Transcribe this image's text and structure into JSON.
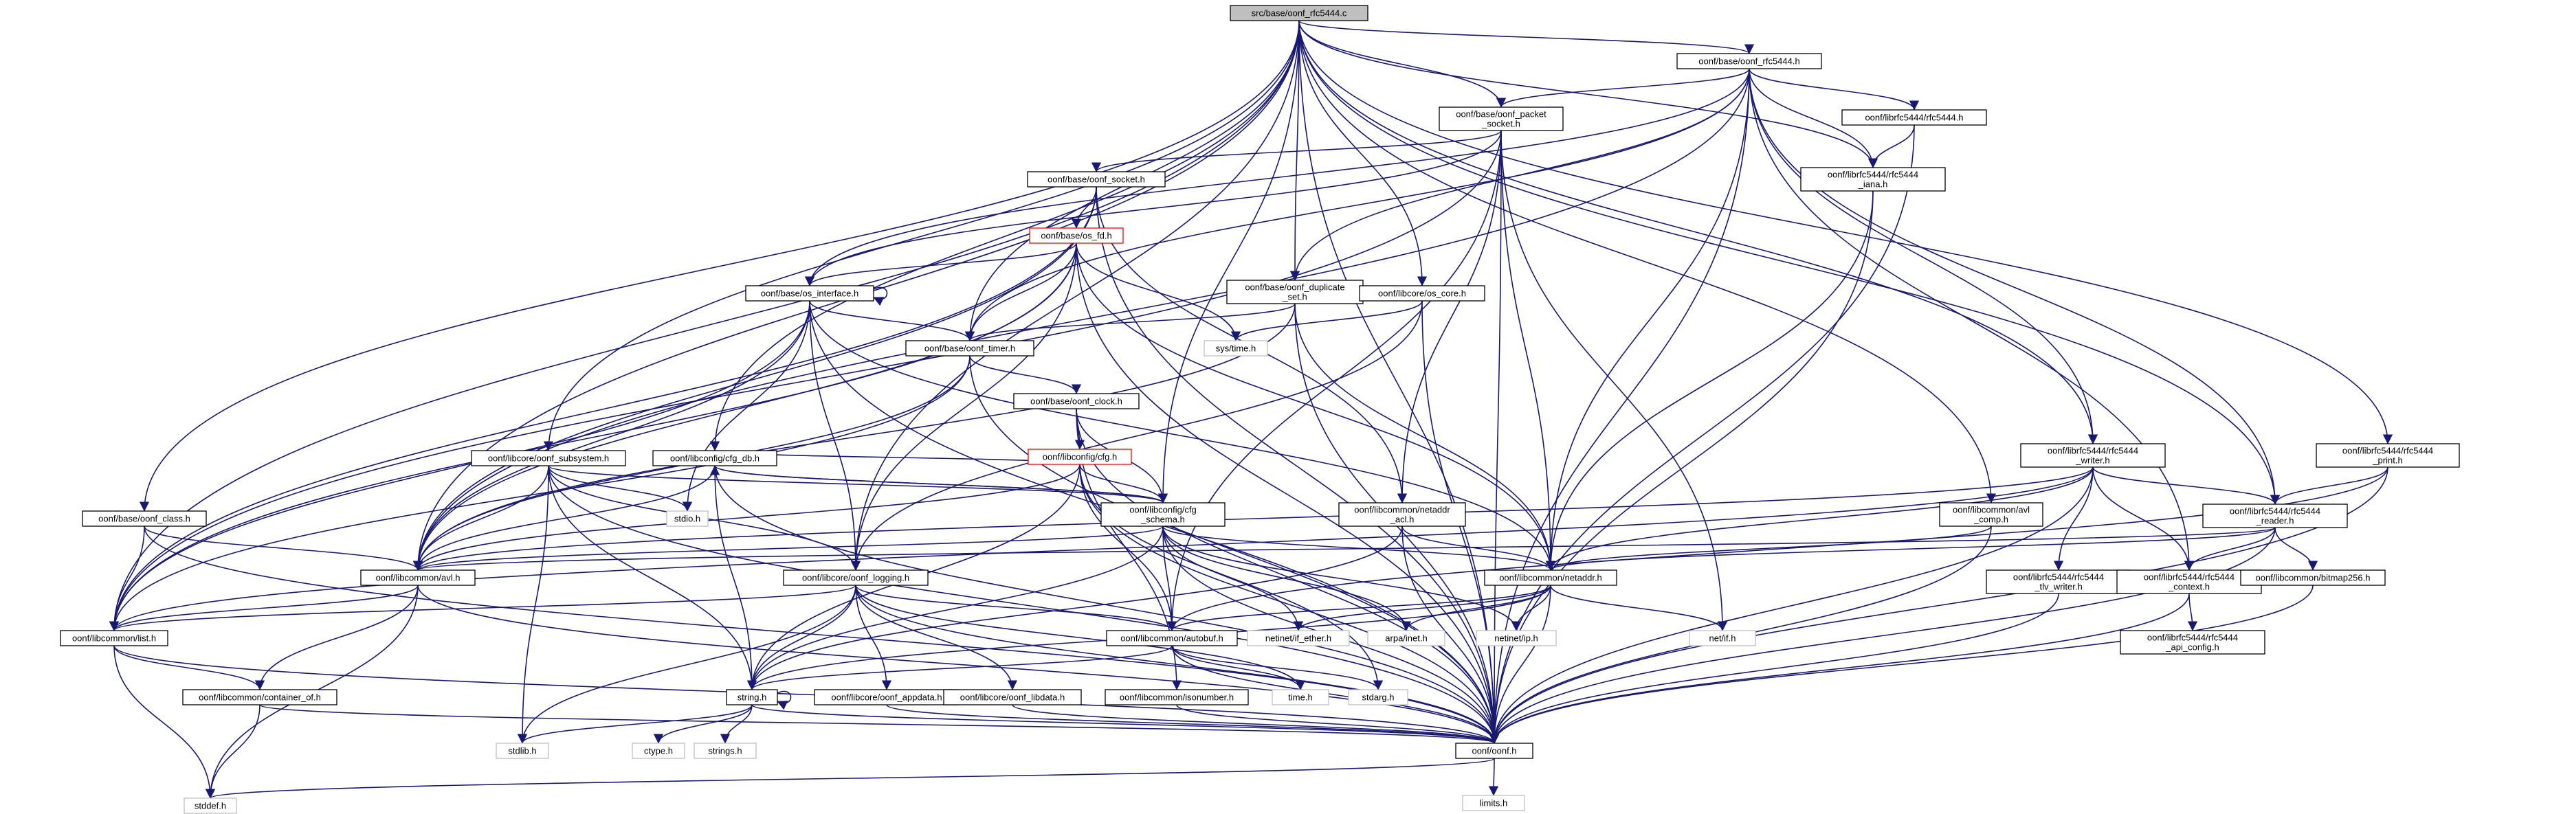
{
  "colors": {
    "edge": "#191970",
    "root_fill": "#bfbfbf",
    "node_fill": "#ffffff",
    "node_border": "#000000",
    "missing_border": "#ff0000",
    "system_border": "#bfbfbf"
  },
  "nodes": [
    {
      "id": "root",
      "kind": "root",
      "lines": [
        "src/base/oonf_rfc5444.c"
      ]
    },
    {
      "id": "rfc5444h",
      "kind": "normal",
      "lines": [
        "oonf/base/oonf_rfc5444.h"
      ]
    },
    {
      "id": "packet_socket",
      "kind": "normal",
      "lines": [
        "oonf/base/oonf_packet",
        "_socket.h"
      ]
    },
    {
      "id": "lib_rfc5444",
      "kind": "normal",
      "lines": [
        "oonf/librfc5444/rfc5444.h"
      ]
    },
    {
      "id": "rfc5444_iana",
      "kind": "normal",
      "lines": [
        "oonf/librfc5444/rfc5444",
        "_iana.h"
      ]
    },
    {
      "id": "oonf_socket",
      "kind": "normal",
      "lines": [
        "oonf/base/oonf_socket.h"
      ]
    },
    {
      "id": "os_fd",
      "kind": "red",
      "lines": [
        "oonf/base/os_fd.h"
      ]
    },
    {
      "id": "os_interface",
      "kind": "normal",
      "lines": [
        "oonf/base/os_interface.h"
      ]
    },
    {
      "id": "duplicate_set",
      "kind": "normal",
      "lines": [
        "oonf/base/oonf_duplicate",
        "_set.h"
      ]
    },
    {
      "id": "os_core",
      "kind": "normal",
      "lines": [
        "oonf/libcore/os_core.h"
      ]
    },
    {
      "id": "sys_time",
      "kind": "system",
      "lines": [
        "sys/time.h"
      ]
    },
    {
      "id": "oonf_timer",
      "kind": "normal",
      "lines": [
        "oonf/base/oonf_timer.h"
      ]
    },
    {
      "id": "oonf_clock",
      "kind": "normal",
      "lines": [
        "oonf/base/oonf_clock.h"
      ]
    },
    {
      "id": "cfg_h",
      "kind": "red",
      "lines": [
        "oonf/libconfig/cfg.h"
      ]
    },
    {
      "id": "cfg_db",
      "kind": "normal",
      "lines": [
        "oonf/libconfig/cfg_db.h"
      ]
    },
    {
      "id": "oonf_subsystem",
      "kind": "normal",
      "lines": [
        "oonf/libcore/oonf_subsystem.h"
      ]
    },
    {
      "id": "stdio",
      "kind": "system",
      "lines": [
        "stdio.h"
      ]
    },
    {
      "id": "cfg_schema",
      "kind": "normal",
      "lines": [
        "oonf/libconfig/cfg",
        "_schema.h"
      ]
    },
    {
      "id": "netaddr_acl",
      "kind": "normal",
      "lines": [
        "oonf/libcommon/netaddr",
        "_acl.h"
      ]
    },
    {
      "id": "rfc5444_writer",
      "kind": "normal",
      "lines": [
        "oonf/librfc5444/rfc5444",
        "_writer.h"
      ]
    },
    {
      "id": "rfc5444_print",
      "kind": "normal",
      "lines": [
        "oonf/librfc5444/rfc5444",
        "_print.h"
      ]
    },
    {
      "id": "avl_comp",
      "kind": "normal",
      "lines": [
        "oonf/libcommon/avl",
        "_comp.h"
      ]
    },
    {
      "id": "rfc5444_reader",
      "kind": "normal",
      "lines": [
        "oonf/librfc5444/rfc5444",
        "_reader.h"
      ]
    },
    {
      "id": "oonf_class",
      "kind": "normal",
      "lines": [
        "oonf/base/oonf_class.h"
      ]
    },
    {
      "id": "avl_h",
      "kind": "normal",
      "lines": [
        "oonf/libcommon/avl.h"
      ]
    },
    {
      "id": "oonf_logging",
      "kind": "normal",
      "lines": [
        "oonf/libcore/oonf_logging.h"
      ]
    },
    {
      "id": "netaddr_h",
      "kind": "normal",
      "lines": [
        "oonf/libcommon/netaddr.h"
      ]
    },
    {
      "id": "tlv_writer",
      "kind": "normal",
      "lines": [
        "oonf/librfc5444/rfc5444",
        "_tlv_writer.h"
      ]
    },
    {
      "id": "rfc5444_context",
      "kind": "normal",
      "lines": [
        "oonf/librfc5444/rfc5444",
        "_context.h"
      ]
    },
    {
      "id": "bitmap256",
      "kind": "normal",
      "lines": [
        "oonf/libcommon/bitmap256.h"
      ]
    },
    {
      "id": "list_h",
      "kind": "normal",
      "lines": [
        "oonf/libcommon/list.h"
      ]
    },
    {
      "id": "autobuf",
      "kind": "normal",
      "lines": [
        "oonf/libcommon/autobuf.h"
      ]
    },
    {
      "id": "if_ether",
      "kind": "system",
      "lines": [
        "netinet/if_ether.h"
      ]
    },
    {
      "id": "arpa_inet",
      "kind": "system",
      "lines": [
        "arpa/inet.h"
      ]
    },
    {
      "id": "netinet_ip",
      "kind": "system",
      "lines": [
        "netinet/ip.h"
      ]
    },
    {
      "id": "net_if",
      "kind": "system",
      "lines": [
        "net/if.h"
      ]
    },
    {
      "id": "api_config",
      "kind": "normal",
      "lines": [
        "oonf/librfc5444/rfc5444",
        "_api_config.h"
      ]
    },
    {
      "id": "container_of",
      "kind": "normal",
      "lines": [
        "oonf/libcommon/container_of.h"
      ]
    },
    {
      "id": "string_h",
      "kind": "normal",
      "lines": [
        "string.h"
      ]
    },
    {
      "id": "oonf_appdata",
      "kind": "normal",
      "lines": [
        "oonf/libcore/oonf_appdata.h"
      ]
    },
    {
      "id": "oonf_libdata",
      "kind": "normal",
      "lines": [
        "oonf/libcore/oonf_libdata.h"
      ]
    },
    {
      "id": "isonumber",
      "kind": "normal",
      "lines": [
        "oonf/libcommon/isonumber.h"
      ]
    },
    {
      "id": "time_h",
      "kind": "system",
      "lines": [
        "time.h"
      ]
    },
    {
      "id": "stdarg",
      "kind": "system",
      "lines": [
        "stdarg.h"
      ]
    },
    {
      "id": "stdlib",
      "kind": "system",
      "lines": [
        "stdlib.h"
      ]
    },
    {
      "id": "ctype",
      "kind": "system",
      "lines": [
        "ctype.h"
      ]
    },
    {
      "id": "strings",
      "kind": "system",
      "lines": [
        "strings.h"
      ]
    },
    {
      "id": "oonf_h",
      "kind": "normal",
      "lines": [
        "oonf/oonf.h"
      ]
    },
    {
      "id": "stddef",
      "kind": "system",
      "lines": [
        "stddef.h"
      ]
    },
    {
      "id": "limits",
      "kind": "system",
      "lines": [
        "limits.h"
      ]
    }
  ],
  "edges": [
    [
      "root",
      "rfc5444h"
    ],
    [
      "root",
      "packet_socket"
    ],
    [
      "root",
      "duplicate_set"
    ],
    [
      "root",
      "os_core"
    ],
    [
      "root",
      "oonf_timer"
    ],
    [
      "root",
      "oonf_class"
    ],
    [
      "root",
      "avl_h"
    ],
    [
      "root",
      "list_h"
    ],
    [
      "root",
      "oonf_subsystem"
    ],
    [
      "root",
      "cfg_db"
    ],
    [
      "root",
      "cfg_schema"
    ],
    [
      "root",
      "oonf_logging"
    ],
    [
      "root",
      "rfc5444_writer"
    ],
    [
      "root",
      "rfc5444_print"
    ],
    [
      "root",
      "rfc5444_reader"
    ],
    [
      "root",
      "avl_comp"
    ],
    [
      "root",
      "rfc5444_iana"
    ],
    [
      "root",
      "oonf_h"
    ],
    [
      "rfc5444h",
      "packet_socket"
    ],
    [
      "rfc5444h",
      "lib_rfc5444"
    ],
    [
      "rfc5444h",
      "rfc5444_iana"
    ],
    [
      "rfc5444h",
      "duplicate_set"
    ],
    [
      "rfc5444h",
      "oonf_timer"
    ],
    [
      "rfc5444h",
      "os_interface"
    ],
    [
      "rfc5444h",
      "avl_h"
    ],
    [
      "rfc5444h",
      "rfc5444_writer"
    ],
    [
      "rfc5444h",
      "rfc5444_reader"
    ],
    [
      "rfc5444h",
      "rfc5444_context"
    ],
    [
      "rfc5444h",
      "netaddr_h"
    ],
    [
      "rfc5444h",
      "oonf_h"
    ],
    [
      "lib_rfc5444",
      "rfc5444_iana"
    ],
    [
      "lib_rfc5444",
      "oonf_h"
    ],
    [
      "rfc5444_iana",
      "netaddr_h"
    ],
    [
      "rfc5444_iana",
      "oonf_h"
    ],
    [
      "packet_socket",
      "oonf_socket"
    ],
    [
      "packet_socket",
      "os_interface"
    ],
    [
      "packet_socket",
      "list_h"
    ],
    [
      "packet_socket",
      "netaddr_acl"
    ],
    [
      "packet_socket",
      "autobuf"
    ],
    [
      "packet_socket",
      "netaddr_h"
    ],
    [
      "packet_socket",
      "net_if"
    ],
    [
      "packet_socket",
      "oonf_h"
    ],
    [
      "oonf_socket",
      "os_fd"
    ],
    [
      "oonf_socket",
      "avl_h"
    ],
    [
      "oonf_socket",
      "list_h"
    ],
    [
      "oonf_socket",
      "netaddr_acl"
    ],
    [
      "oonf_socket",
      "oonf_h"
    ],
    [
      "os_fd",
      "os_interface"
    ],
    [
      "os_fd",
      "oonf_timer"
    ],
    [
      "os_fd",
      "sys_time"
    ],
    [
      "os_fd",
      "avl_h"
    ],
    [
      "os_fd",
      "list_h"
    ],
    [
      "os_fd",
      "netaddr_h"
    ],
    [
      "os_fd",
      "oonf_logging"
    ],
    [
      "os_fd",
      "oonf_h"
    ],
    [
      "os_interface",
      "os_interface"
    ],
    [
      "os_interface",
      "oonf_timer"
    ],
    [
      "os_interface",
      "stdio"
    ],
    [
      "os_interface",
      "avl_h"
    ],
    [
      "os_interface",
      "list_h"
    ],
    [
      "os_interface",
      "oonf_logging"
    ],
    [
      "os_interface",
      "netaddr_h"
    ],
    [
      "os_interface",
      "oonf_h"
    ],
    [
      "duplicate_set",
      "oonf_timer"
    ],
    [
      "duplicate_set",
      "avl_h"
    ],
    [
      "duplicate_set",
      "netaddr_h"
    ],
    [
      "duplicate_set",
      "oonf_h"
    ],
    [
      "os_core",
      "sys_time"
    ],
    [
      "os_core",
      "oonf_logging"
    ],
    [
      "os_core",
      "oonf_h"
    ],
    [
      "oonf_timer",
      "oonf_clock"
    ],
    [
      "oonf_timer",
      "avl_h"
    ],
    [
      "oonf_timer",
      "list_h"
    ],
    [
      "oonf_timer",
      "oonf_h"
    ],
    [
      "oonf_clock",
      "cfg_h"
    ],
    [
      "oonf_clock",
      "cfg_schema"
    ],
    [
      "oonf_clock",
      "isonumber"
    ],
    [
      "oonf_clock",
      "oonf_h"
    ],
    [
      "cfg_h",
      "cfg_db"
    ],
    [
      "cfg_h",
      "cfg_schema"
    ],
    [
      "cfg_h",
      "avl_h"
    ],
    [
      "cfg_h",
      "autobuf"
    ],
    [
      "cfg_h",
      "string_h"
    ],
    [
      "cfg_h",
      "stdarg"
    ],
    [
      "cfg_h",
      "oonf_h"
    ],
    [
      "cfg_db",
      "cfg_schema"
    ],
    [
      "cfg_db",
      "avl_h"
    ],
    [
      "cfg_db",
      "string_h"
    ],
    [
      "cfg_db",
      "oonf_h"
    ],
    [
      "oonf_subsystem",
      "cfg_schema"
    ],
    [
      "oonf_subsystem",
      "oonf_logging"
    ],
    [
      "oonf_subsystem",
      "avl_h"
    ],
    [
      "oonf_subsystem",
      "stdio"
    ],
    [
      "oonf_subsystem",
      "stdlib"
    ],
    [
      "oonf_subsystem",
      "string_h"
    ],
    [
      "oonf_subsystem",
      "oonf_h"
    ],
    [
      "cfg_schema",
      "cfg_db"
    ],
    [
      "cfg_schema",
      "avl_h"
    ],
    [
      "cfg_schema",
      "netaddr_h"
    ],
    [
      "cfg_schema",
      "autobuf"
    ],
    [
      "cfg_schema",
      "string_h"
    ],
    [
      "cfg_schema",
      "if_ether"
    ],
    [
      "cfg_schema",
      "arpa_inet"
    ],
    [
      "cfg_schema",
      "netinet_ip"
    ],
    [
      "cfg_schema",
      "oonf_h"
    ],
    [
      "netaddr_acl",
      "netaddr_h"
    ],
    [
      "netaddr_acl",
      "string_h"
    ],
    [
      "netaddr_acl",
      "oonf_h"
    ],
    [
      "rfc5444_writer",
      "rfc5444_reader"
    ],
    [
      "rfc5444_writer",
      "rfc5444_context"
    ],
    [
      "rfc5444_writer",
      "tlv_writer"
    ],
    [
      "rfc5444_writer",
      "netaddr_h"
    ],
    [
      "rfc5444_writer",
      "avl_h"
    ],
    [
      "rfc5444_writer",
      "list_h"
    ],
    [
      "rfc5444_writer",
      "oonf_h"
    ],
    [
      "rfc5444_print",
      "rfc5444_reader"
    ],
    [
      "rfc5444_print",
      "autobuf"
    ],
    [
      "rfc5444_print",
      "oonf_h"
    ],
    [
      "avl_comp",
      "netaddr_h"
    ],
    [
      "avl_comp",
      "oonf_h"
    ],
    [
      "rfc5444_reader",
      "rfc5444_context"
    ],
    [
      "rfc5444_reader",
      "bitmap256"
    ],
    [
      "rfc5444_reader",
      "avl_h"
    ],
    [
      "rfc5444_reader",
      "netaddr_h"
    ],
    [
      "rfc5444_reader",
      "oonf_h"
    ],
    [
      "oonf_class",
      "avl_h"
    ],
    [
      "oonf_class",
      "list_h"
    ],
    [
      "oonf_class",
      "oonf_h"
    ],
    [
      "avl_h",
      "list_h"
    ],
    [
      "avl_h",
      "container_of"
    ],
    [
      "avl_h",
      "stddef"
    ],
    [
      "avl_h",
      "oonf_h"
    ],
    [
      "oonf_logging",
      "list_h"
    ],
    [
      "oonf_logging",
      "autobuf"
    ],
    [
      "oonf_logging",
      "oonf_appdata"
    ],
    [
      "oonf_logging",
      "oonf_libdata"
    ],
    [
      "oonf_logging",
      "string_h"
    ],
    [
      "oonf_logging",
      "stdlib"
    ],
    [
      "oonf_logging",
      "time_h"
    ],
    [
      "oonf_logging",
      "oonf_h"
    ],
    [
      "netaddr_h",
      "autobuf"
    ],
    [
      "netaddr_h",
      "string_h"
    ],
    [
      "netaddr_h",
      "if_ether"
    ],
    [
      "netaddr_h",
      "arpa_inet"
    ],
    [
      "netaddr_h",
      "netinet_ip"
    ],
    [
      "netaddr_h",
      "net_if"
    ],
    [
      "netaddr_h",
      "oonf_h"
    ],
    [
      "tlv_writer",
      "oonf_h"
    ],
    [
      "rfc5444_context",
      "api_config"
    ],
    [
      "rfc5444_context",
      "oonf_h"
    ],
    [
      "bitmap256",
      "oonf_h"
    ],
    [
      "list_h",
      "container_of"
    ],
    [
      "list_h",
      "stddef"
    ],
    [
      "list_h",
      "oonf_h"
    ],
    [
      "autobuf",
      "string_h"
    ],
    [
      "autobuf",
      "time_h"
    ],
    [
      "autobuf",
      "stdarg"
    ],
    [
      "autobuf",
      "oonf_h"
    ],
    [
      "container_of",
      "stddef"
    ],
    [
      "container_of",
      "oonf_h"
    ],
    [
      "string_h",
      "string_h"
    ],
    [
      "string_h",
      "stdlib"
    ],
    [
      "string_h",
      "ctype"
    ],
    [
      "string_h",
      "strings"
    ],
    [
      "string_h",
      "oonf_h"
    ],
    [
      "oonf_appdata",
      "oonf_h"
    ],
    [
      "oonf_libdata",
      "oonf_h"
    ],
    [
      "isonumber",
      "oonf_h"
    ],
    [
      "oonf_h",
      "stddef"
    ],
    [
      "oonf_h",
      "limits"
    ]
  ]
}
